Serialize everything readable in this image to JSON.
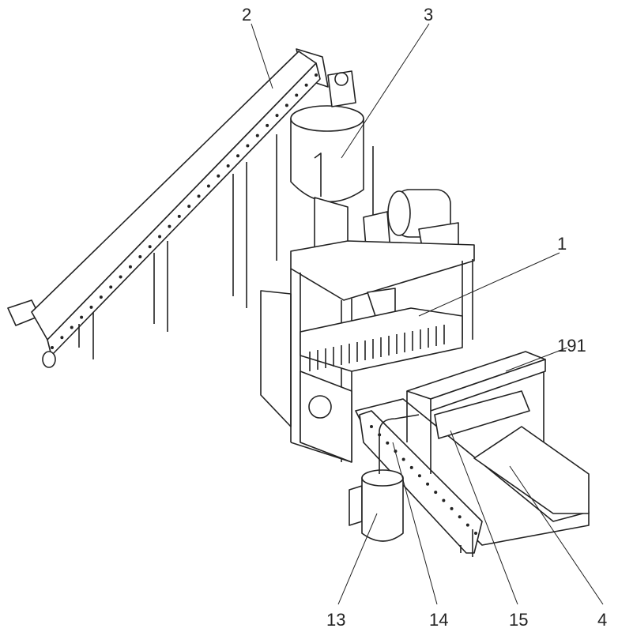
{
  "figure": {
    "labels": {
      "feeding_conveyor": "2",
      "mixing_tank": "3",
      "frame": "1",
      "cover": "191",
      "water_tank": "13",
      "pipe": "14",
      "spray_assembly": "15",
      "output_conveyor": "4"
    }
  }
}
